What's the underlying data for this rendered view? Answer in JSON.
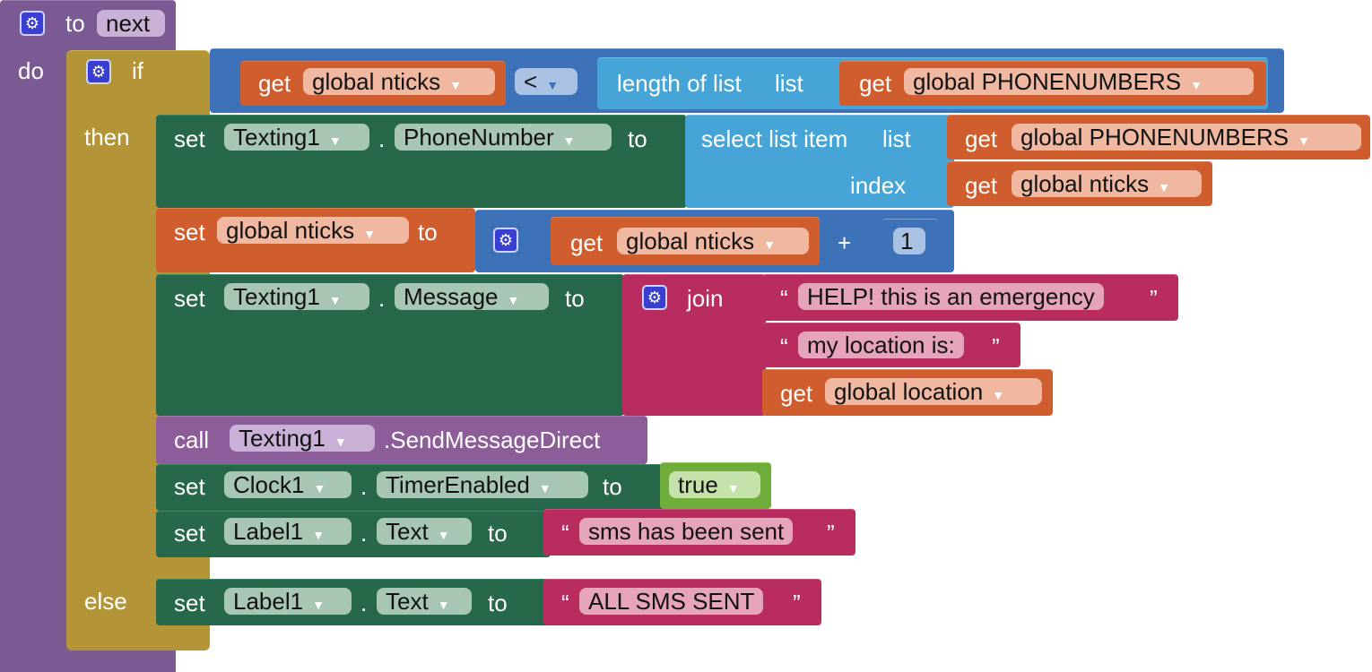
{
  "procedure": {
    "to_label": "to",
    "name": "next",
    "do_label": "do",
    "gear_icon": "gear-icon"
  },
  "if_block": {
    "if_label": "if",
    "then_label": "then",
    "else_label": "else"
  },
  "condition": {
    "get_label": "get",
    "left_var": "global nticks",
    "operator": "<",
    "length_label": "length of list",
    "list_label": "list",
    "list_var": "global PHONENUMBERS"
  },
  "then_blocks": {
    "set1": {
      "set_label": "set",
      "component": "Texting1",
      "dot": ".",
      "property": "PhoneNumber",
      "to_label": "to",
      "select_label": "select list item",
      "list_label": "list",
      "index_label": "index",
      "list_var": "global PHONENUMBERS",
      "index_var": "global nticks",
      "get_label": "get"
    },
    "set2": {
      "set_label": "set",
      "var": "global nticks",
      "to_label": "to",
      "get_label": "get",
      "get_var": "global nticks",
      "plus": "+",
      "number": "1"
    },
    "set3": {
      "set_label": "set",
      "component": "Texting1",
      "dot": ".",
      "property": "Message",
      "to_label": "to",
      "join_label": "join",
      "open_quote": "“",
      "close_quote": "”",
      "text1": "HELP! this is an emergency",
      "text2": "my location is:",
      "get_label": "get",
      "get_var": "global location"
    },
    "call": {
      "call_label": "call",
      "component": "Texting1",
      "method": ".SendMessageDirect"
    },
    "set4": {
      "set_label": "set",
      "component": "Clock1",
      "dot": ".",
      "property": "TimerEnabled",
      "to_label": "to",
      "value": "true"
    },
    "set5": {
      "set_label": "set",
      "component": "Label1",
      "dot": ".",
      "property": "Text",
      "to_label": "to",
      "open_quote": "“",
      "close_quote": "”",
      "text": "sms has been sent"
    }
  },
  "else_blocks": {
    "set1": {
      "set_label": "set",
      "component": "Label1",
      "dot": ".",
      "property": "Text",
      "to_label": "to",
      "open_quote": "“",
      "close_quote": "”",
      "text": "ALL SMS SENT"
    }
  },
  "colors": {
    "procedure": "#7b5a93",
    "control": "#b39437",
    "setter": "#27674a",
    "variable": "#d05d2e",
    "list": "#46a5d6",
    "math": "#3e72b8",
    "text": "#b82c5f",
    "logic": "#6fad3a"
  }
}
